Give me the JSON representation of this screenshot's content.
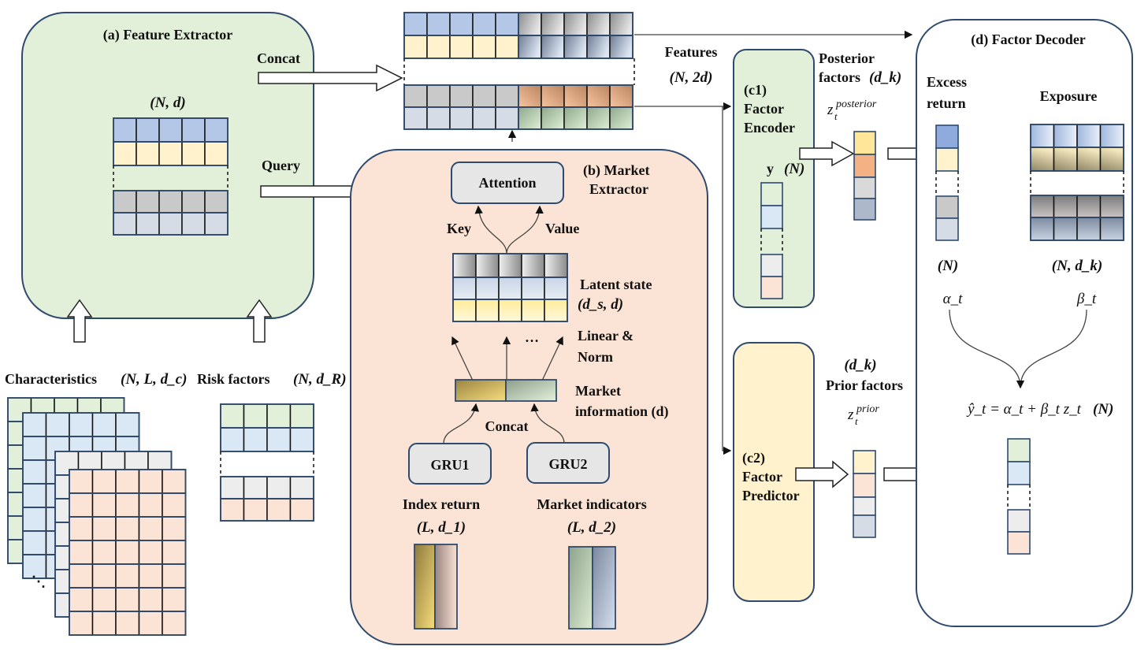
{
  "modules": {
    "feature_extractor": {
      "title": "(a) Feature Extractor",
      "shape_label": "(N, d)"
    },
    "market_extractor": {
      "title_line1": "(b) Market",
      "title_line2": "Extractor"
    },
    "factor_encoder": {
      "title_line1": "(c1)",
      "title_line2": "Factor",
      "title_line3": "Encoder",
      "y_label": "y",
      "y_shape": "(N)"
    },
    "factor_predictor": {
      "title_line1": "(c2)",
      "title_line2": "Factor",
      "title_line3": "Predictor"
    },
    "factor_decoder": {
      "title": "(d) Factor Decoder",
      "excess_line1": "Excess",
      "excess_line2": "return",
      "exposure": "Exposure",
      "excess_shape": "(N)",
      "exposure_shape": "(N, d_k)",
      "alpha": "α_t",
      "beta": "β_t",
      "formula": "ŷ_t = α_t + β_t z_t",
      "formula_shape": "(N)"
    }
  },
  "labels": {
    "concat_top": "Concat",
    "query": "Query",
    "features_line1": "Features",
    "features_line2": "(N, 2d)",
    "attention": "Attention",
    "key": "Key",
    "value": "Value",
    "latent_line1": "Latent state",
    "latent_line2": "(d_s, d)",
    "linear_line1": "Linear &",
    "linear_line2": "Norm",
    "ellipsis": "…",
    "market_info_line1": "Market",
    "market_info_line2": "information (d)",
    "concat_inner": "Concat",
    "gru1": "GRU1",
    "gru2": "GRU2",
    "index_return": "Index return",
    "index_return_shape": "(L, d_1)",
    "market_indicators": "Market indicators",
    "market_indicators_shape": "(L, d_2)",
    "characteristics": "Characteristics",
    "characteristics_shape": "(N, L, d_c)",
    "risk_factors": "Risk factors",
    "risk_factors_shape": "(N, d_R)",
    "stack_ellipsis": "⋱",
    "posterior_line1": "Posterior",
    "posterior_line2": "factors",
    "posterior_shape": "(d_k)",
    "posterior_symbol": "z_t^posterior",
    "prior_shape": "(d_k)",
    "prior_line": "Prior factors",
    "prior_symbol": "z_t^prior"
  },
  "colors": {
    "green_panel": "#e2efd9",
    "salmon_panel": "#fbe4d5",
    "yellow_panel": "#fff2cc",
    "blue_cell": "#b4c7e7",
    "yellow_cell": "#fff2cc",
    "gray_cell": "#c9c9c9",
    "lightblue_cell": "#d6dce5",
    "green_cell": "#e2efd9",
    "pale_blue_cell": "#dae8f5",
    "pale_gray_cell": "#ededed",
    "peach_cell": "#fbe4d5",
    "orange_cell": "#f4b183",
    "gold_cell": "#ffe699",
    "slate_cell": "#adb9ca",
    "frame": "#2f4a6e"
  }
}
